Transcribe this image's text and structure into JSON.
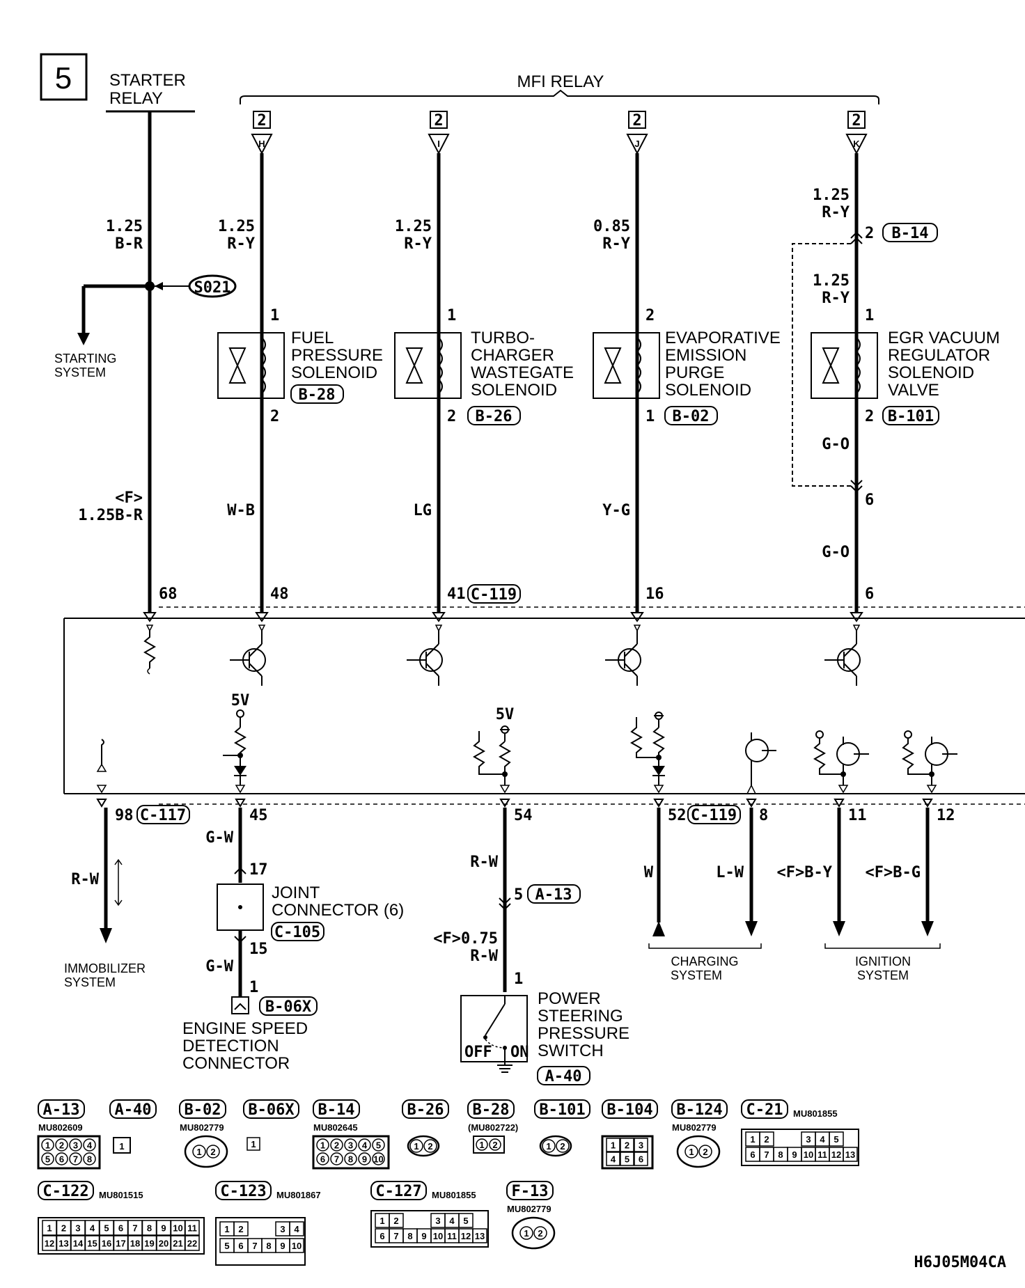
{
  "section_number": "5",
  "figure_code": "H6J05M04CA",
  "starter_relay": {
    "line1": "STARTER",
    "line2": "RELAY",
    "wire_size": "1.25",
    "wire_color": "B-R",
    "splice": "S021",
    "branch_line1": "STARTING",
    "branch_line2": "SYSTEM",
    "lower_variant": "<F>",
    "lower_wire": "1.25B-R",
    "ecu_pin": "68"
  },
  "mfi_relay": {
    "label": "MFI RELAY"
  },
  "circuits": [
    {
      "connector_num": "2",
      "terminal": "H",
      "wire_size": "1.25",
      "wire_color": "R-Y",
      "pin_top": "1",
      "pin_bottom": "2",
      "name": [
        "FUEL",
        "PRESSURE",
        "SOLENOID"
      ],
      "connector_ref": "B-28",
      "lower_color": "W-B",
      "ecu_pin": "48",
      "ecu_conn": ""
    },
    {
      "connector_num": "2",
      "terminal": "I",
      "wire_size": "1.25",
      "wire_color": "R-Y",
      "pin_top": "1",
      "pin_bottom": "2",
      "name": [
        "TURBO-",
        "CHARGER",
        "WASTEGATE",
        "SOLENOID"
      ],
      "connector_ref": "B-26",
      "lower_color": "LG",
      "ecu_pin": "41",
      "ecu_conn": "C-119"
    },
    {
      "connector_num": "2",
      "terminal": "J",
      "wire_size": "0.85",
      "wire_color": "R-Y",
      "pin_top": "2",
      "pin_bottom": "1",
      "name": [
        "EVAPORATIVE",
        "EMISSION",
        "PURGE",
        "SOLENOID"
      ],
      "connector_ref": "B-02",
      "lower_color": "Y-G",
      "ecu_pin": "16",
      "ecu_conn": ""
    },
    {
      "connector_num": "2",
      "terminal": "K",
      "wire_size": "1.25",
      "wire_color": "R-Y",
      "pin_top": "1",
      "pin_bottom": "2",
      "name": [
        "EGR VACUUM",
        "REGULATOR",
        "SOLENOID",
        "VALVE"
      ],
      "connector_ref": "B-101",
      "lower_color": "G-O",
      "ecu_pin": "6",
      "ecu_conn": ""
    }
  ],
  "egr_extra": {
    "intermediate_pin": "2",
    "intermediate_conn": "B-14",
    "upper_wire_size": "1.25",
    "upper_wire_color": "R-Y",
    "mid_pin": "6",
    "mid_color_upper": "G-O",
    "mid_color_lower": "G-O"
  },
  "ecu_internal": {
    "five_v_a": "5V",
    "five_v_b": "5V"
  },
  "lower_circuits": {
    "immobilizer": {
      "pin": "98",
      "conn": "C-117",
      "wire": "R-W",
      "line1": "IMMOBILIZER",
      "line2": "SYSTEM"
    },
    "engine_speed": {
      "pin": "45",
      "wire_upper": "G-W",
      "jc_pin_top": "17",
      "jc_name_1": "JOINT",
      "jc_name_2": "CONNECTOR (6)",
      "jc_conn": "C-105",
      "jc_pin_bottom": "15",
      "wire_lower": "G-W",
      "pin_end": "1",
      "conn_end": "B-06X",
      "name": [
        "ENGINE SPEED",
        "DETECTION",
        "CONNECTOR"
      ]
    },
    "ps_switch": {
      "pin": "54",
      "wire_upper": "R-W",
      "mid_pin": "5",
      "mid_conn": "A-13",
      "lower_variant": "<F>0.75",
      "lower_color": "R-W",
      "pin_end": "1",
      "name": [
        "POWER",
        "STEERING",
        "PRESSURE",
        "SWITCH"
      ],
      "conn": "A-40",
      "off": "OFF",
      "on": "ON"
    },
    "charging": {
      "pin_a": "52",
      "conn_a": "C-119",
      "pin_b": "8",
      "wire_a": "W",
      "wire_b": "L-W",
      "line1": "CHARGING",
      "line2": "SYSTEM"
    },
    "ignition": {
      "pin_a": "11",
      "pin_b": "12",
      "wire_a": "<F>B-Y",
      "wire_b": "<F>B-G",
      "line1": "IGNITION",
      "line2": "SYSTEM"
    }
  },
  "connector_legend": [
    {
      "id": "A-13",
      "part": "MU802609",
      "pins": [
        "1",
        "2",
        "3",
        "4",
        "5",
        "6",
        "7",
        "8"
      ]
    },
    {
      "id": "A-40",
      "part": "",
      "pins": [
        "1"
      ]
    },
    {
      "id": "B-02",
      "part": "MU802779",
      "pins": [
        "1",
        "2"
      ]
    },
    {
      "id": "B-06X",
      "part": "",
      "pins": [
        "1"
      ]
    },
    {
      "id": "B-14",
      "part": "MU802645",
      "pins": [
        "1",
        "2",
        "3",
        "4",
        "5",
        "6",
        "7",
        "8",
        "9",
        "10"
      ]
    },
    {
      "id": "B-26",
      "part": "",
      "pins": [
        "1",
        "2"
      ]
    },
    {
      "id": "B-28",
      "part": "(MU802722)",
      "pins": [
        "1",
        "2"
      ]
    },
    {
      "id": "B-101",
      "part": "",
      "pins": [
        "1",
        "2"
      ]
    },
    {
      "id": "B-104",
      "part": "",
      "pins": [
        "1",
        "2",
        "3",
        "4",
        "5",
        "6"
      ]
    },
    {
      "id": "B-124",
      "part": "MU802779",
      "pins": [
        "1",
        "2"
      ]
    },
    {
      "id": "C-21",
      "part": "MU801855",
      "pins": [
        "1",
        "2",
        "3",
        "4",
        "5",
        "6",
        "7",
        "8",
        "9",
        "10",
        "11",
        "12",
        "13"
      ]
    },
    {
      "id": "C-122",
      "part": "MU801515",
      "pins": [
        "1",
        "2",
        "3",
        "4",
        "5",
        "6",
        "7",
        "8",
        "9",
        "10",
        "11",
        "12",
        "13",
        "14",
        "15",
        "16",
        "17",
        "18",
        "19",
        "20",
        "21",
        "22"
      ]
    },
    {
      "id": "C-123",
      "part": "MU801867",
      "pins": [
        "1",
        "2",
        "3",
        "4",
        "5",
        "6",
        "7",
        "8",
        "9",
        "10"
      ]
    },
    {
      "id": "C-127",
      "part": "MU801855",
      "pins": [
        "1",
        "2",
        "3",
        "4",
        "5",
        "6",
        "7",
        "8",
        "9",
        "10",
        "11",
        "12",
        "13"
      ]
    },
    {
      "id": "F-13",
      "part": "MU802779",
      "pins": [
        "1",
        "2"
      ]
    }
  ]
}
